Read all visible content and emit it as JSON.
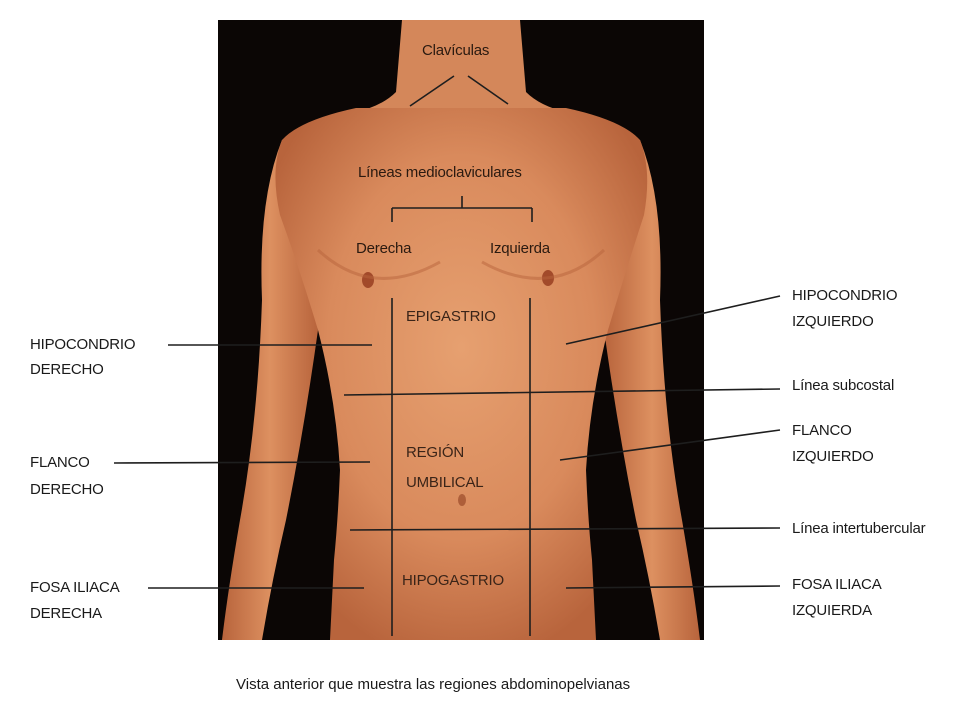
{
  "labels": {
    "claviculas": "Clavículas",
    "lineas_medioclaviculares": "Líneas medioclaviculares",
    "derecha": "Derecha",
    "izquierda": "Izquierda",
    "epigastrio": "EPIGASTRIO",
    "region_umbilical_1": "REGIÓN",
    "region_umbilical_2": "UMBILICAL",
    "hipogastrio": "HIPOGASTRIO",
    "hipocondrio_derecho_1": "HIPOCONDRIO",
    "hipocondrio_derecho_2": "DERECHO",
    "flanco_derecho_1": "FLANCO",
    "flanco_derecho_2": "DERECHO",
    "fosa_iliaca_derecha_1": "FOSA ILIACA",
    "fosa_iliaca_derecha_2": "DERECHA",
    "hipocondrio_izquierdo_1": "HIPOCONDRIO",
    "hipocondrio_izquierdo_2": "IZQUIERDO",
    "linea_subcostal": "Línea subcostal",
    "flanco_izquierdo_1": "FLANCO",
    "flanco_izquierdo_2": "IZQUIERDO",
    "linea_intertubercular": "Línea intertubercular",
    "fosa_iliaca_izquierda_1": "FOSA ILIACA",
    "fosa_iliaca_izquierda_2": "IZQUIERDA"
  },
  "caption": "Vista anterior que muestra las regiones abdominopelvianas",
  "colors": {
    "background": "#ffffff",
    "photo_backdrop": "#0b0605",
    "skin": "#d98a5c",
    "skin_shadow": "#b8643c",
    "lines": "#1e1e1e"
  }
}
